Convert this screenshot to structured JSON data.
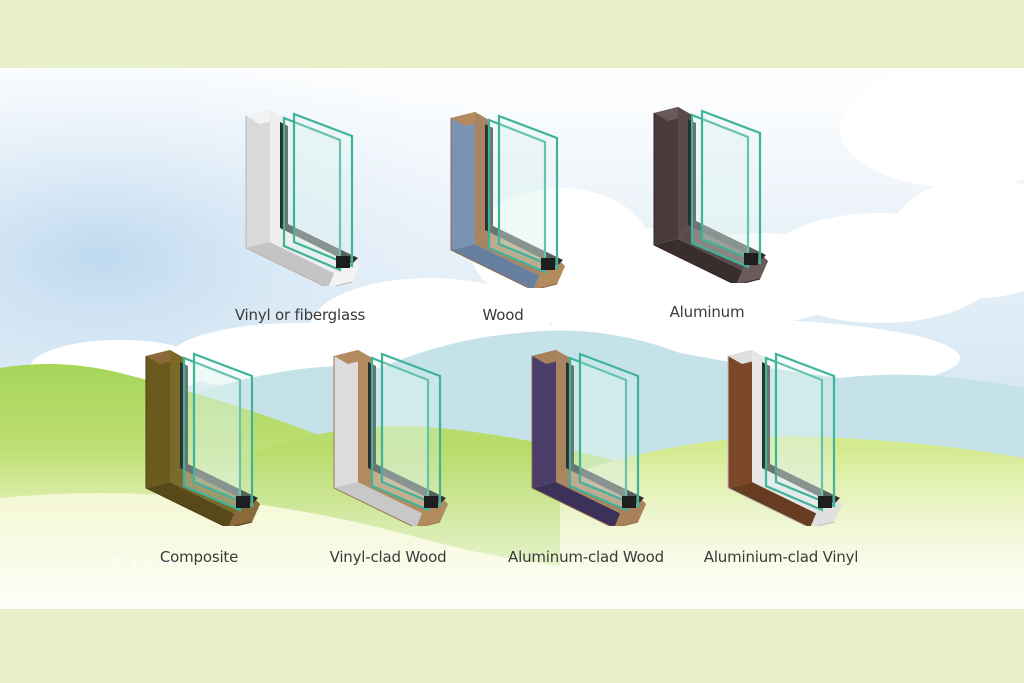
{
  "frames": [
    {
      "id": "vinyl-or-fiberglass",
      "label": "Vinyl or fiberglass",
      "face": "#d9d9d9",
      "side": "#c4c4c4",
      "inner": "#eeeeee",
      "top": "#f2f2f2",
      "edge": "#b5b5b5"
    },
    {
      "id": "wood",
      "label": "Wood",
      "face": "#7a93b3",
      "side": "#6880a0",
      "inner": "#a88560",
      "top": "#b38a5e",
      "edge": "#8a6a48"
    },
    {
      "id": "aluminum",
      "label": "Aluminum",
      "face": "#4b3a3a",
      "side": "#3a2d2d",
      "inner": "#5a4a4a",
      "top": "#6a5a5a",
      "edge": "#2e2424"
    },
    {
      "id": "composite",
      "label": "Composite",
      "face": "#6a5a1e",
      "side": "#57491a",
      "inner": "#7a6a2a",
      "top": "#8a6a3a",
      "edge": "#4a3e15"
    },
    {
      "id": "vinyl-clad-wood",
      "label": "Vinyl-clad Wood",
      "face": "#dcdcdc",
      "side": "#c8c8c8",
      "inner": "#b38a5e",
      "top": "#b38a5e",
      "edge": "#9a7650"
    },
    {
      "id": "aluminum-clad-wood",
      "label": "Aluminum-clad  Wood",
      "face": "#4a3d6a",
      "side": "#3c3158",
      "inner": "#a88560",
      "top": "#a8805a",
      "edge": "#8a6a48"
    },
    {
      "id": "aluminium-clad-vinyl",
      "label": "Aluminium-clad Vinyl",
      "face": "#7a4828",
      "side": "#673c21",
      "inner": "#e6e6e6",
      "top": "#e0e0e0",
      "edge": "#c0c0c0"
    }
  ],
  "colors": {
    "band": "#e8f0c8",
    "sky_top": "#ffffff",
    "sky_blue": "#cfe3f3",
    "cloud": "#ffffff",
    "mountain": "#bfe0e6",
    "hill_light": "#d7ea8a",
    "hill_green": "#9bcf4e",
    "hill_yellow": "#eef2a0",
    "glass_edge": "#3fb39a",
    "glass_fill": "#dff3ee",
    "gasket": "#2e2e2e"
  }
}
